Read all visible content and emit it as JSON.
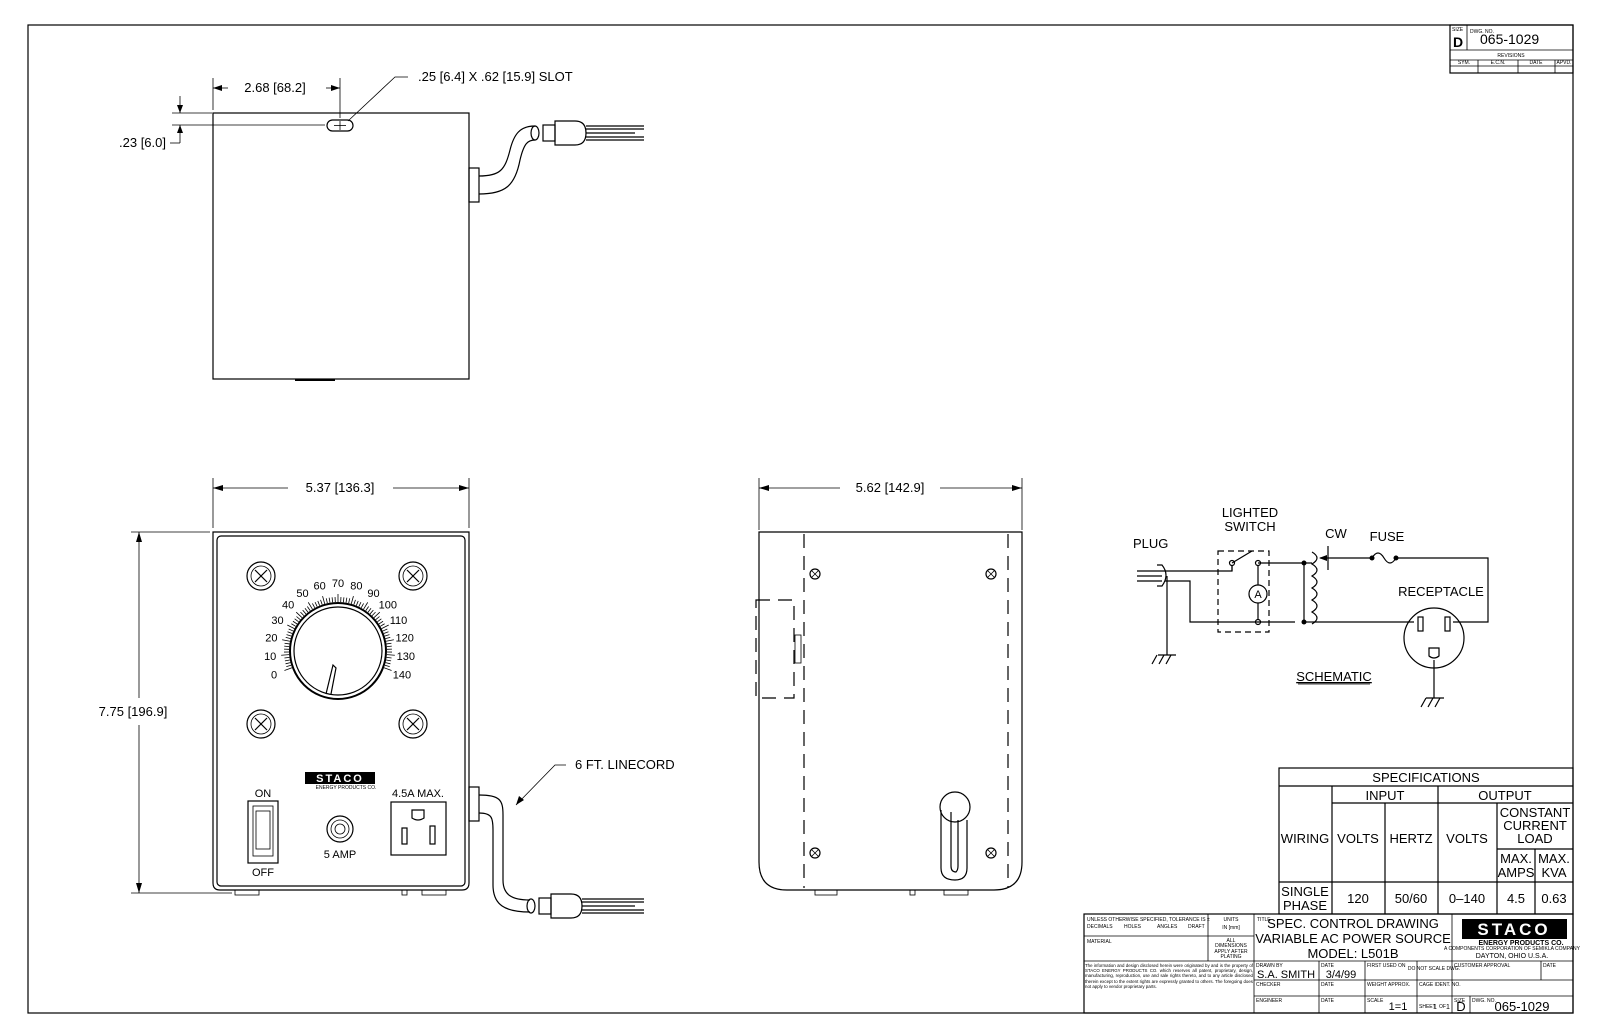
{
  "drawing_number": "065-1029",
  "size_letter": "D",
  "revisions": {
    "title": "REVISIONS",
    "columns": [
      "SYM.",
      "E.C.N.",
      "DATE",
      "APVD."
    ],
    "size_label": "SIZE",
    "dwg_no_label": "DWG. NO."
  },
  "top_view": {
    "dim_width": "2.68 [68.2]",
    "dim_slot": ".25 [6.4] X .62 [15.9] SLOT",
    "dim_offset": ".23 [6.0]"
  },
  "front_view": {
    "dim_width": "5.37 [136.3]",
    "dim_height": "7.75 [196.9]",
    "dial_labels": [
      "0",
      "10",
      "20",
      "30",
      "40",
      "50",
      "60",
      "70",
      "80",
      "90",
      "100",
      "110",
      "120",
      "130",
      "140"
    ],
    "switch_on": "ON",
    "switch_off": "OFF",
    "fuse_label": "5 AMP",
    "outlet_label": "4.5A MAX.",
    "linecord_label": "6 FT. LINECORD",
    "brand": "STACO",
    "brand_sub": "ENERGY PRODUCTS CO."
  },
  "side_view": {
    "dim_depth": "5.62 [142.9]"
  },
  "schematic": {
    "plug": "PLUG",
    "switch_line1": "LIGHTED",
    "switch_line2": "SWITCH",
    "cw": "CW",
    "fuse": "FUSE",
    "lamp": "A",
    "receptacle": "RECEPTACLE",
    "title": "SCHEMATIC"
  },
  "specs": {
    "title": "SPECIFICATIONS",
    "input": "INPUT",
    "output": "OUTPUT",
    "wiring": "WIRING",
    "volts": "VOLTS",
    "hertz": "HERTZ",
    "out_volts": "VOLTS",
    "ccl_1": "CONSTANT",
    "ccl_2": "CURRENT",
    "ccl_3": "LOAD",
    "max_amps_1": "MAX.",
    "max_amps_2": "AMPS",
    "max_kva_1": "MAX.",
    "max_kva_2": "KVA",
    "row_wiring_1": "SINGLE",
    "row_wiring_2": "PHASE",
    "row_volts": "120",
    "row_hertz": "50/60",
    "row_out_volts": "0–140",
    "row_amps": "4.5",
    "row_kva": "0.63"
  },
  "title_block": {
    "tolerance_text": "UNLESS OTHERWISE SPECIFIED, TOLERANCE IS ±",
    "tol_decimals": "DECIMALS",
    "tol_holes": "HOLES",
    "tol_angles": "ANGLES",
    "tol_draft": "DRAFT",
    "units_label": "UNITS",
    "units_value": "IN [mm]",
    "material_label": "MATERIAL",
    "all_dims_1": "ALL",
    "all_dims_2": "DIMENSIONS",
    "all_dims_3": "APPLY AFTER",
    "all_dims_4": "PLATING",
    "title_label": "TITLE",
    "title_1": "SPEC. CONTROL DRAWING",
    "title_2": "VARIABLE AC POWER SOURCE",
    "title_3": "MODEL: L501B",
    "company": "STACO",
    "company_sub": "ENERGY PRODUCTS CO.",
    "company_sub2": "A COMPONENTS CORPORATION OF SEMIKLA COMPANY",
    "city": "DAYTON, OHIO U.S.A.",
    "drawn_by_label": "DRAWN BY",
    "drawn_by": "S.A. SMITH",
    "date_label": "DATE",
    "date": "3/4/99",
    "first_used_label": "FIRST USED ON",
    "do_not_scale": "DO NOT SCALE DWG.",
    "customer_approval": "CUSTOMER APPROVAL",
    "checked_label": "CHECKER",
    "weight_label": "WEIGHT APPROX.",
    "cage_label": "CAGE IDENT. NO.",
    "engineer_label": "ENGINEER",
    "scale_label": "SCALE",
    "scale_value": "1=1",
    "sheet_label": "SHEET",
    "sheet_value": "1",
    "of_label": "OF",
    "of_value": "1",
    "disclaimer": "The information and design disclosed herein were originated by and is the property of STACO ENERGY PRODUCTS CO. which reserves all patent, proprietary, design, manufacturing, reproduction, use and sale rights thereto, and to any article disclosed therein except to the extent rights are expressly granted to others. The foregoing does not apply to vendor proprietary parts."
  }
}
